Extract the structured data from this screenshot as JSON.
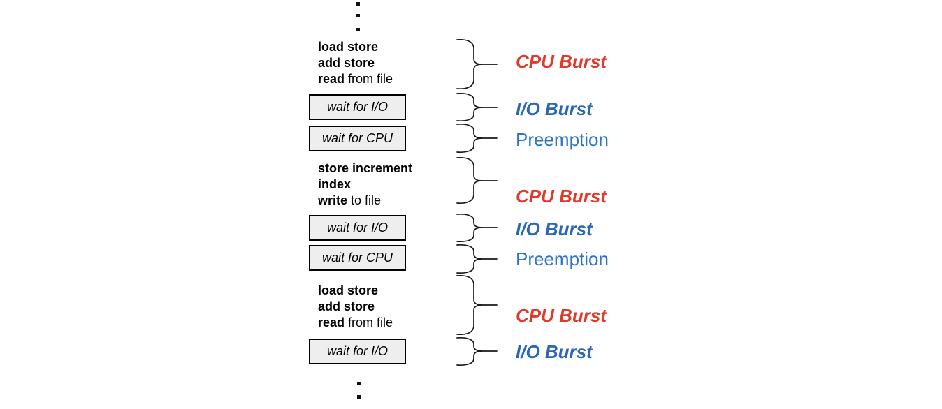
{
  "diagram": {
    "subject": "process execution alternating CPU and I/O bursts with preemption"
  },
  "code_blocks": [
    {
      "lines": [
        {
          "bold": "load store",
          "rest": ""
        },
        {
          "bold": "add store",
          "rest": ""
        },
        {
          "bold": "read",
          "rest": " from file"
        }
      ]
    },
    {
      "lines": [
        {
          "bold": "store increment",
          "rest": ""
        },
        {
          "bold": "index",
          "rest": ""
        },
        {
          "bold": "write",
          "rest": " to file"
        }
      ]
    },
    {
      "lines": [
        {
          "bold": "load store",
          "rest": ""
        },
        {
          "bold": "add store",
          "rest": ""
        },
        {
          "bold": "read",
          "rest": " from file"
        }
      ]
    }
  ],
  "wait_boxes": [
    "wait for I/O",
    "wait for CPU",
    "wait for I/O",
    "wait for CPU",
    "wait for I/O"
  ],
  "section_labels": [
    {
      "label": "CPU Burst",
      "type": "cpu-burst"
    },
    {
      "label": "I/O Burst",
      "type": "io-burst"
    },
    {
      "label": "Preemption",
      "type": "preemption"
    },
    {
      "label": "CPU Burst",
      "type": "cpu-burst"
    },
    {
      "label": "I/O Burst",
      "type": "io-burst"
    },
    {
      "label": "Preemption",
      "type": "preemption"
    },
    {
      "label": "CPU Burst",
      "type": "cpu-burst"
    },
    {
      "label": "I/O Burst",
      "type": "io-burst"
    }
  ],
  "colors": {
    "cpu_burst_red": "#e03a2c",
    "io_burst_blue": "#2b67b2",
    "preemption_blue": "#2e73c5",
    "box_fill": "#eeeeee",
    "box_border": "#000000",
    "text_black": "#000000"
  }
}
